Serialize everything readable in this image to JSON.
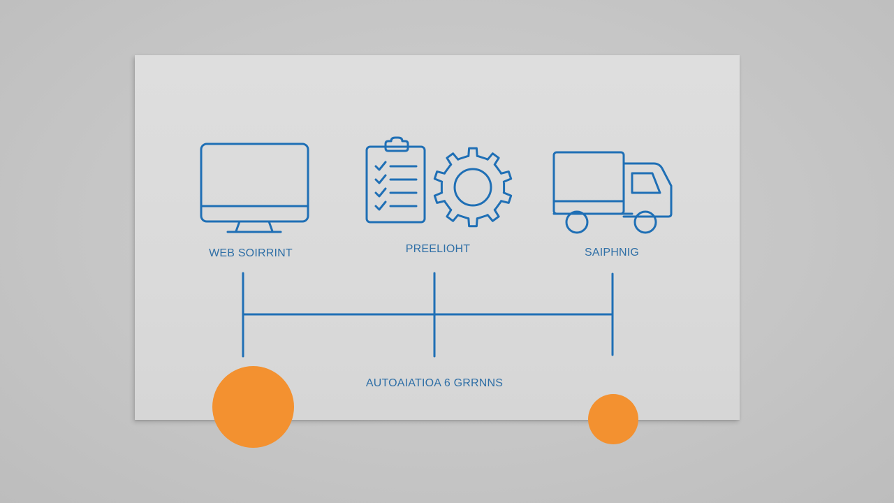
{
  "stages": [
    {
      "id": "web",
      "label": "WEB SOIRRINT",
      "icon": "monitor-icon"
    },
    {
      "id": "pre",
      "label": "PREELIOHT",
      "icon": "checklist-gear-icon"
    },
    {
      "id": "ship",
      "label": "SAIPHNIG",
      "icon": "truck-icon"
    }
  ],
  "footer_label": "AUTOAIATIOA 6 GRRNNS",
  "colors": {
    "line": "#1f6fb5",
    "text": "#2f6fa6",
    "accent": "#f39130",
    "card": "#dadada",
    "background": "#c6c6c6"
  }
}
